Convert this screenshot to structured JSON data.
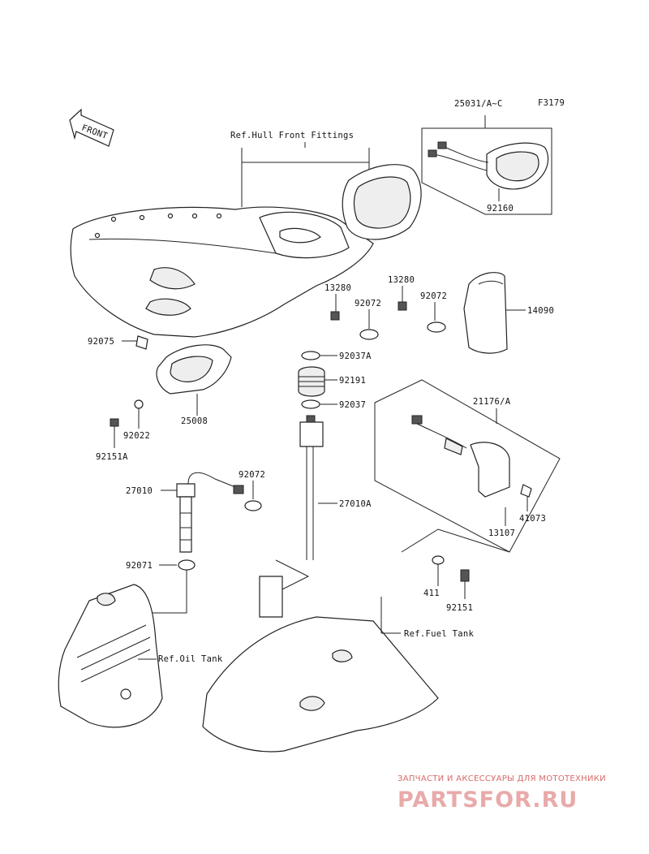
{
  "diagram_code": "F3179",
  "front_arrow_label": "FRONT",
  "references": {
    "hull_front_fittings": "Ref.Hull Front Fittings",
    "oil_tank": "Ref.Oil Tank",
    "fuel_tank": "Ref.Fuel Tank"
  },
  "parts": {
    "p25031": "25031/A~C",
    "p92160": "92160",
    "p13280a": "13280",
    "p13280b": "13280",
    "p92072a": "92072",
    "p92072b": "92072",
    "p92072c": "92072",
    "p14090": "14090",
    "p92075": "92075",
    "p92037a": "92037A",
    "p92191": "92191",
    "p92037": "92037",
    "p25008": "25008",
    "p92022": "92022",
    "p92151a": "92151A",
    "p21176": "21176/A",
    "p27010": "27010",
    "p27010a": "27010A",
    "p41073": "41073",
    "p13107": "13107",
    "p92071": "92071",
    "p411": "411",
    "p92151": "92151"
  },
  "watermark": {
    "tagline": "ЗАПЧАСТИ И АКСЕССУАРЫ ДЛЯ МОТОТЕХНИКИ",
    "brand": "PARTSFOR.RU"
  }
}
